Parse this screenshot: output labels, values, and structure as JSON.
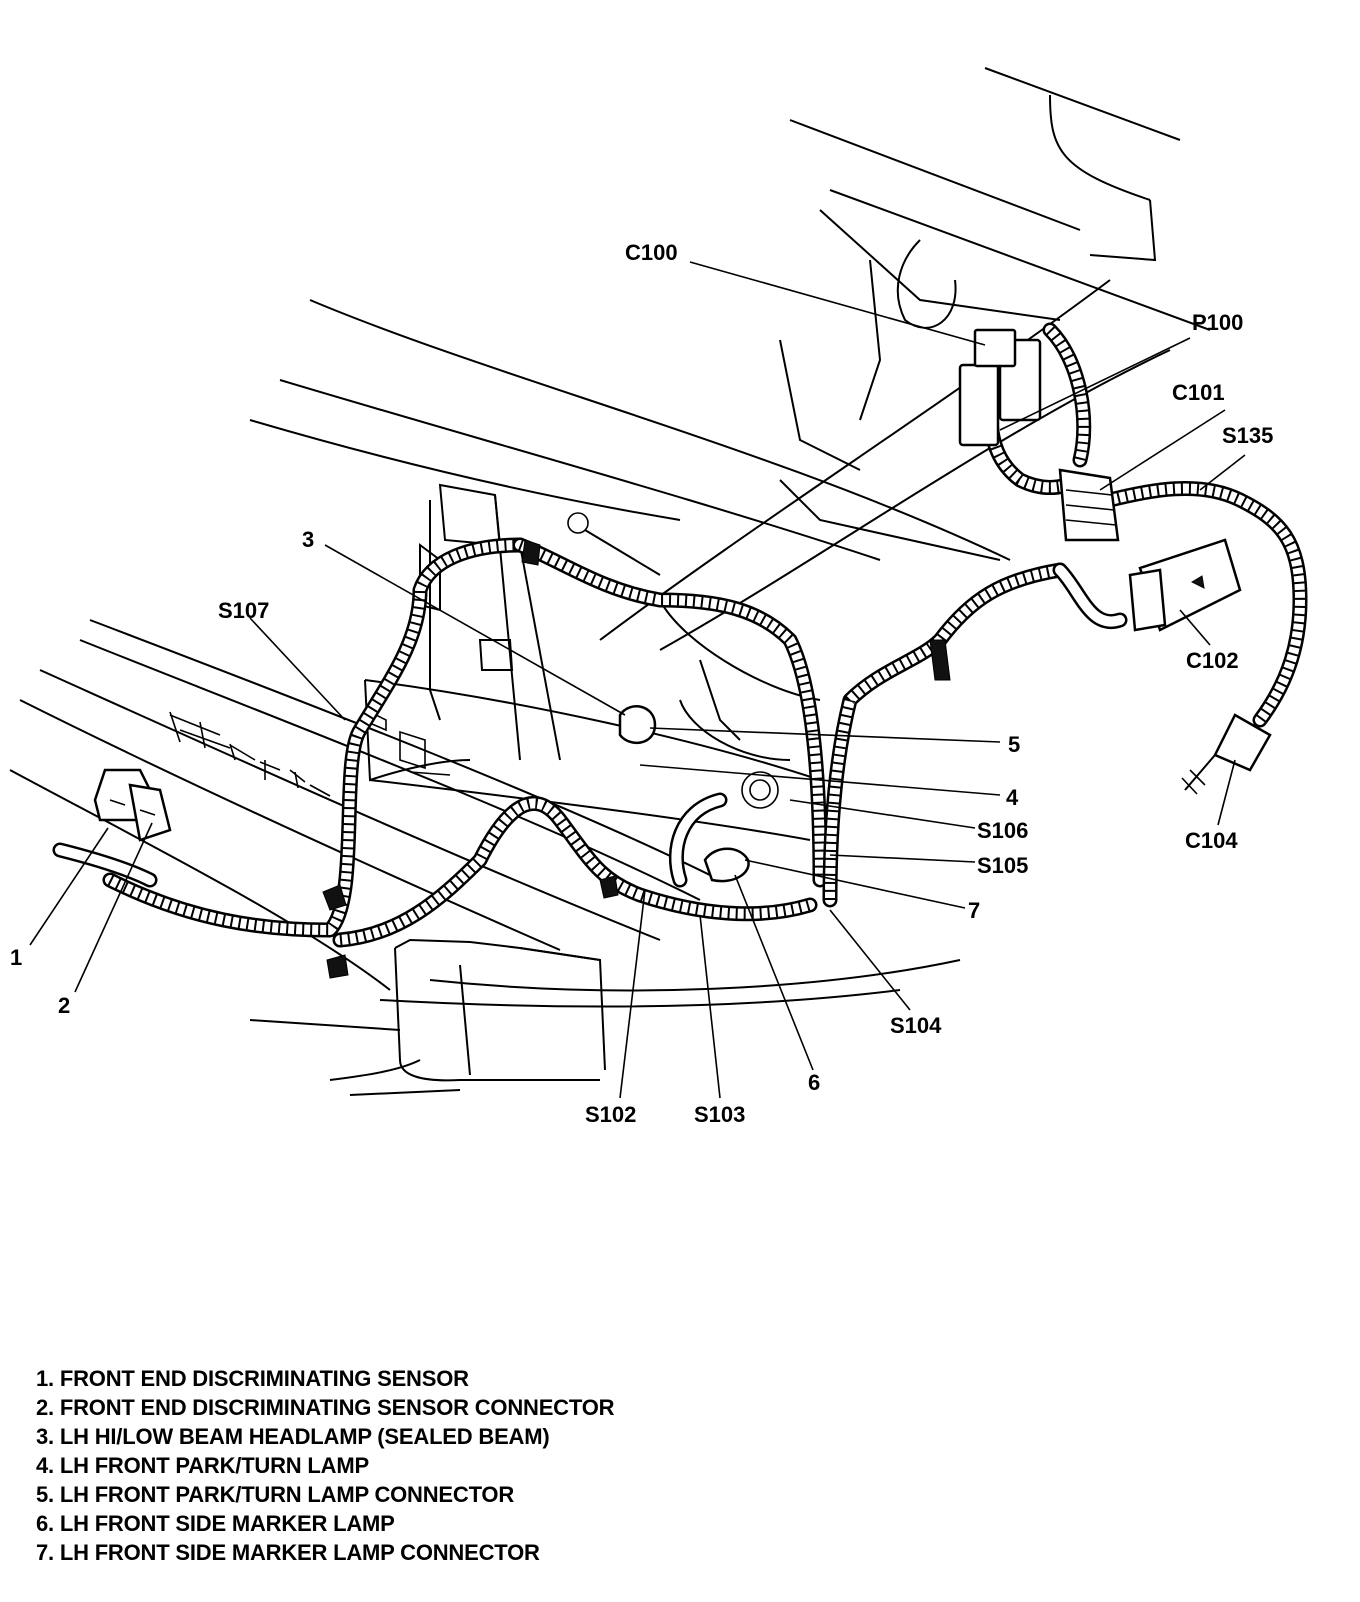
{
  "callouts": {
    "c100": "C100",
    "p100": "P100",
    "c101": "C101",
    "s135": "S135",
    "c102": "C102",
    "c104": "C104",
    "n1": "1",
    "n2": "2",
    "n3": "3",
    "n4": "4",
    "n5": "5",
    "n6": "6",
    "n7": "7",
    "s102": "S102",
    "s103": "S103",
    "s104": "S104",
    "s105": "S105",
    "s106": "S106",
    "s107": "S107"
  },
  "legend": [
    "1. FRONT END DISCRIMINATING SENSOR",
    "2. FRONT END DISCRIMINATING SENSOR CONNECTOR",
    "3. LH HI/LOW BEAM HEADLAMP (SEALED BEAM)",
    "4. LH FRONT PARK/TURN LAMP",
    "5. LH FRONT PARK/TURN LAMP CONNECTOR",
    "6. LH FRONT SIDE MARKER LAMP",
    "7. LH FRONT SIDE MARKER LAMP CONNECTOR"
  ]
}
